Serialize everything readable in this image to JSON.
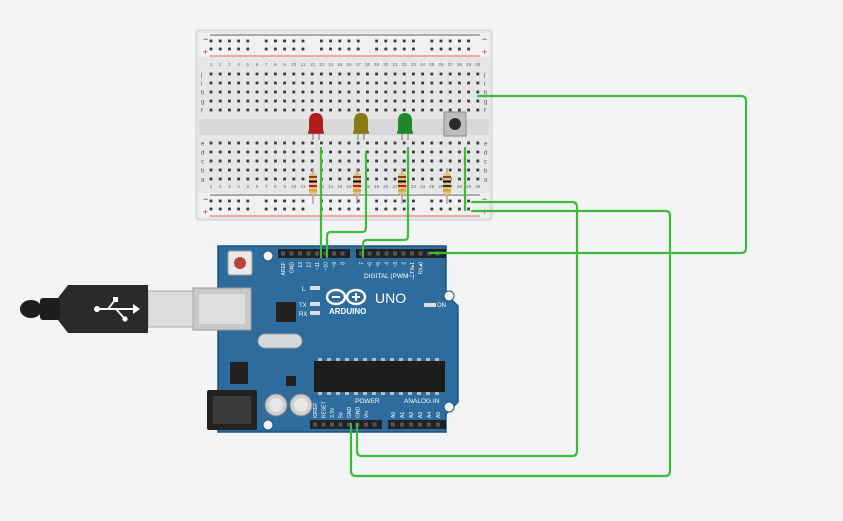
{
  "colors": {
    "canvas": "#f3f4f6",
    "wire": "#3dbb3d",
    "board": "#2d6c9c",
    "board_edge": "#1f5580",
    "breadboard": "#e6e6e6",
    "rail_red": "#d33",
    "rail_black": "#333",
    "led_red": "#b01c1c",
    "led_yellow": "#8a7a16",
    "led_green": "#1d8a2a"
  },
  "breadboard": {
    "top_rail_minus": "−",
    "top_rail_plus": "+",
    "bottom_rail_minus": "−",
    "bottom_rail_plus": "+",
    "rows_top": [
      "j",
      "i",
      "h",
      "g",
      "f"
    ],
    "rows_bottom": [
      "e",
      "d",
      "c",
      "b",
      "a"
    ],
    "column_numbers": [
      "1",
      "2",
      "3",
      "4",
      "5",
      "6",
      "7",
      "8",
      "9",
      "10",
      "11",
      "12",
      "13",
      "14",
      "15",
      "16",
      "17",
      "18",
      "19",
      "20",
      "21",
      "22",
      "23",
      "24",
      "25",
      "26",
      "27",
      "28",
      "29",
      "30"
    ]
  },
  "components": {
    "leds": [
      {
        "name": "red-led",
        "color": "#b01c1c"
      },
      {
        "name": "yellow-led",
        "color": "#8a7a16"
      },
      {
        "name": "green-led",
        "color": "#1d8a2a"
      }
    ],
    "pushbutton": "pushbutton",
    "resistor_count": 4
  },
  "arduino": {
    "brand": "ARDUINO",
    "model": "UNO",
    "digital_label": "DIGITAL (PWM~)",
    "power_label": "POWER",
    "analog_label": "ANALOG IN",
    "led_l": "L",
    "led_tx": "TX",
    "led_rx": "RX",
    "on_label": "ON",
    "digital_pins": [
      "AREF",
      "GND",
      "13",
      "12",
      "~11",
      "~10",
      "~9",
      "8",
      "7",
      "~6",
      "~5",
      "4",
      "~3",
      "2",
      "TX▸1",
      "RX◂0"
    ],
    "power_pins": [
      "IOREF",
      "RESET",
      "3.3V",
      "5V",
      "GND",
      "GND",
      "Vin"
    ],
    "analog_pins": [
      "A0",
      "A1",
      "A2",
      "A3",
      "A4",
      "A5"
    ]
  },
  "usb_icon": "usb-icon"
}
